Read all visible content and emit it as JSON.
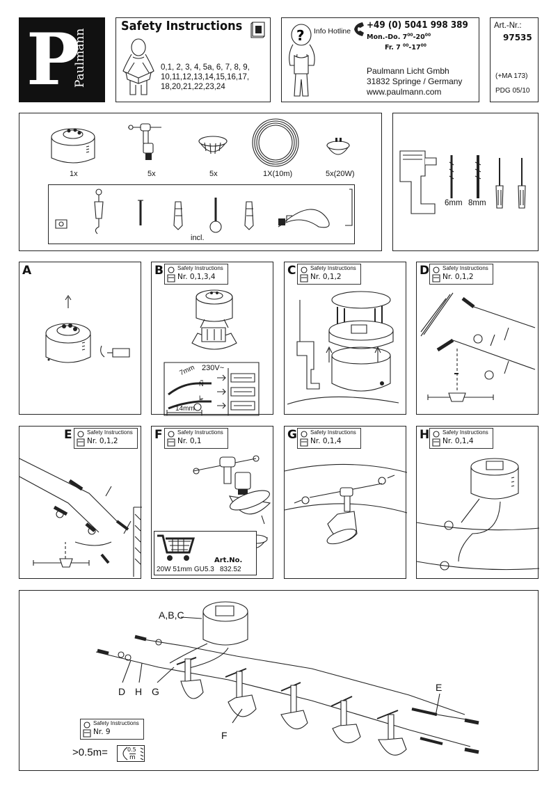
{
  "brand": {
    "logo_letter": "P",
    "name": "Paulmann"
  },
  "safety": {
    "title": "Safety Instructions",
    "numbers_line1": "0,1, 2, 3, 4, 5a, 6, 7, 8, 9,",
    "numbers_line2": "10,11,12,13,14,15,16,17,",
    "numbers_line3": "18,20,21,22,23,24"
  },
  "hotline": {
    "label": "Info Hotline",
    "phone": "+49 (0) 5041 998 389",
    "hours1_day": "Mon.-Do. 7",
    "hours1_from": "00",
    "hours1_to": "-20",
    "hours1_to_sup": "00",
    "hours2_day": "Fr.  7 ",
    "hours2_from": "00",
    "hours2_to": "-17",
    "hours2_to_sup": "00",
    "company": "Paulmann Licht Gmbh",
    "address": "31832 Springe / Germany",
    "web": "www.paulmann.com"
  },
  "article": {
    "label": "Art.-Nr.:",
    "number": "97535",
    "ma": "(+MA 173)",
    "pdg": "PDG 05/10"
  },
  "contents": {
    "items": [
      {
        "qty": "1x"
      },
      {
        "qty": "5x"
      },
      {
        "qty": "5x"
      },
      {
        "qty": "1X(10m)"
      },
      {
        "qty": "5x(20W)"
      }
    ],
    "incl_label": "incl."
  },
  "tools": {
    "drill1": "6mm",
    "drill2": "8mm"
  },
  "steps": [
    {
      "letter": "A",
      "si": "",
      "nr": ""
    },
    {
      "letter": "B",
      "si": "Safety Instructions",
      "nr": "Nr. 0,1,3,4"
    },
    {
      "letter": "C",
      "si": "Safety Instructions",
      "nr": "Nr. 0,1,2"
    },
    {
      "letter": "D",
      "si": "Safety Instructions",
      "nr": "Nr. 0,1,2"
    },
    {
      "letter": "E",
      "si": "Safety Instructions",
      "nr": "Nr. 0,1,2"
    },
    {
      "letter": "F",
      "si": "Safety Instructions",
      "nr": "Nr. 0,1"
    },
    {
      "letter": "G",
      "si": "Safety Instructions",
      "nr": "Nr. 0,1,4"
    },
    {
      "letter": "H",
      "si": "Safety Instructions",
      "nr": "Nr. 0,1,4"
    }
  ],
  "wiring": {
    "voltage": "230V~",
    "strip": "7mm",
    "length": "14mm",
    "n": "N",
    "l": "L"
  },
  "lamp_spec": {
    "spec": "20W 51mm GU5.3",
    "art_label": "Art.No.",
    "art_no": "832.52"
  },
  "overview": {
    "label_abc": "A,B,C",
    "label_d": "D",
    "label_h": "H",
    "label_g": "G",
    "label_f": "F",
    "label_e": "E",
    "si": "Safety Instructions",
    "nr": "Nr. 9",
    "distance": ">0.5m=",
    "dist_val": "0.5",
    "dist_unit": "m"
  }
}
